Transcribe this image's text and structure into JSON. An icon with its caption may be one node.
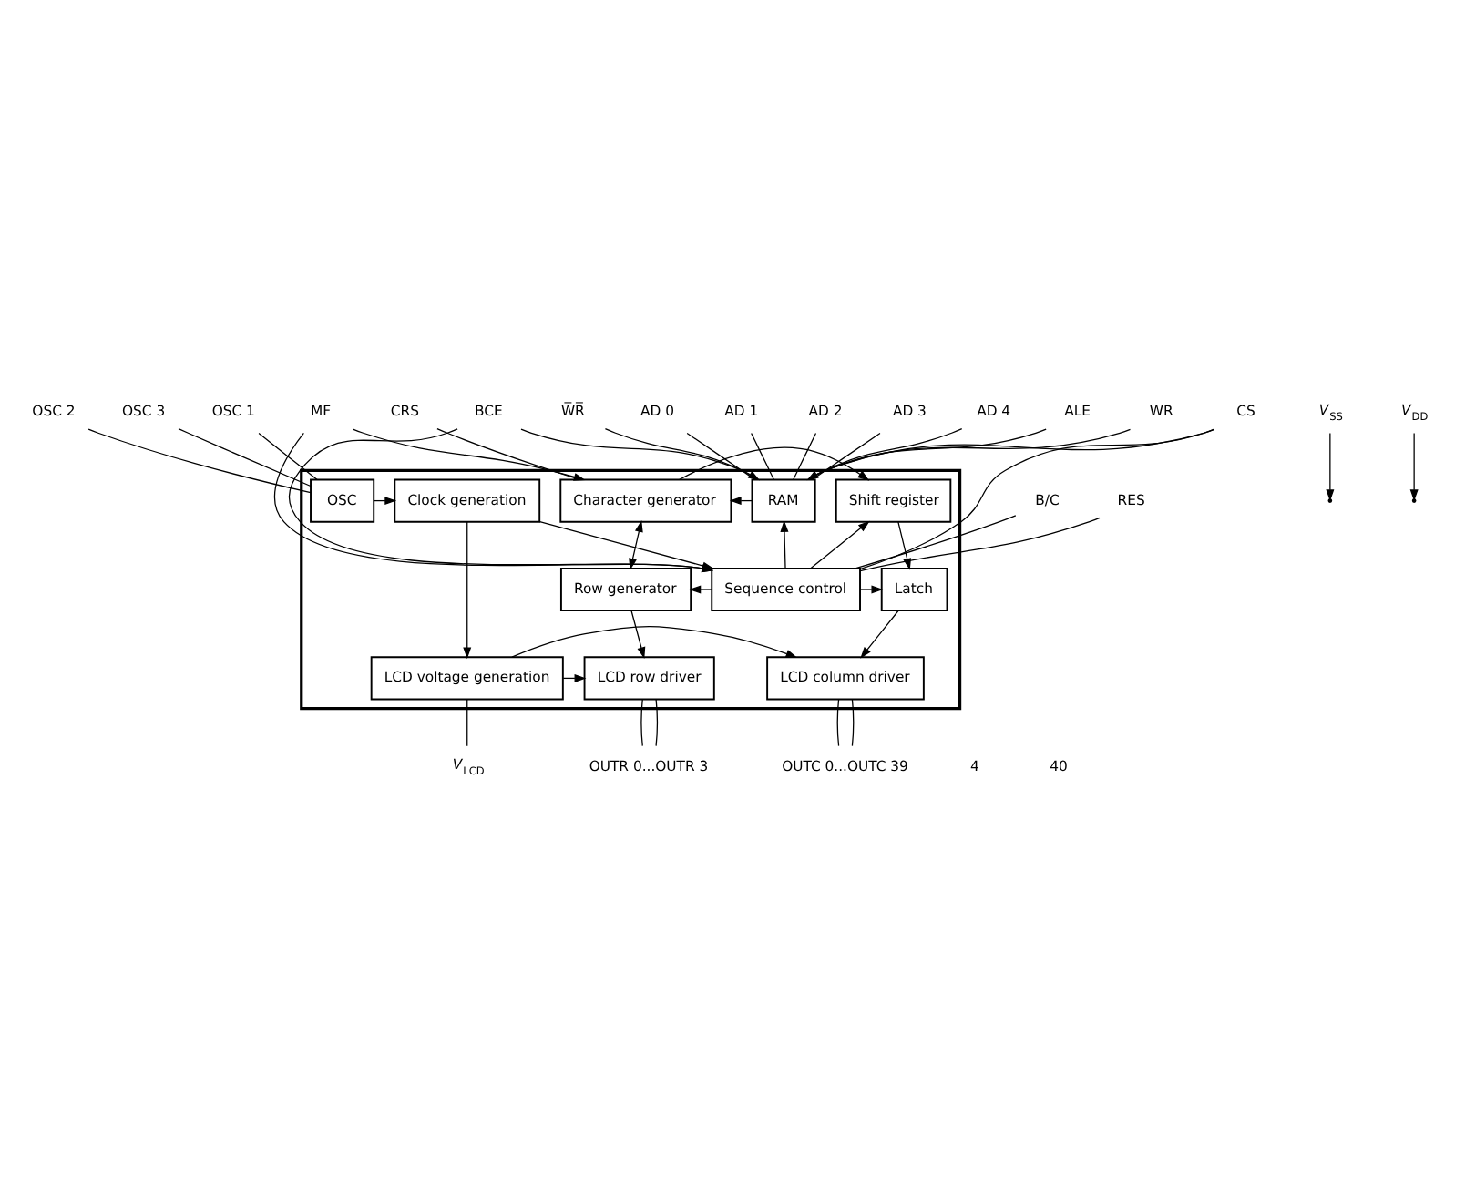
{
  "diagram": {
    "nodes": [
      {
        "text": [],
        "shape": "box"
      },
      {
        "text": [
          "RAM"
        ],
        "in": 0
      },
      {
        "text": [
          "Character generator"
        ],
        "in": 0
      },
      {
        "text": [
          "Shift register"
        ],
        "in": 0
      },
      {
        "text": [
          "Sequence control"
        ],
        "in": 0
      },
      {
        "text": [
          "Row generator"
        ],
        "in": 0
      },
      {
        "text": [
          "Latch"
        ],
        "in": 0
      },
      {
        "text": [
          "OSC"
        ],
        "in": 0
      },
      {
        "text": [
          "Clock generation"
        ],
        "in": 0
      },
      {
        "text": [
          "LCD voltage generation"
        ],
        "in": 0
      },
      {
        "text": [
          "LCD row driver"
        ],
        "in": 0
      },
      {
        "text": [
          "LCD column driver"
        ],
        "in": 0
      },
      {
        "text": [
          "ALE"
        ]
      },
      {
        "text": [
          "WR"
        ]
      },
      {
        "text": [
          "W̅R̅"
        ]
      },
      {
        "text": [
          "MF"
        ]
      },
      {
        "text": [
          "CRS"
        ]
      },
      {
        "text": [
          "AD 0"
        ]
      },
      {
        "text": [
          "AD 1"
        ]
      },
      {
        "text": [
          "AD 2"
        ]
      },
      {
        "text": [
          "AD 3"
        ]
      },
      {
        "text": [
          "AD 4"
        ]
      },
      {
        "text": [
          "BCE"
        ]
      },
      {
        "text": [
          "CS"
        ]
      },
      {
        "text": [
          "B/C"
        ]
      },
      {
        "text": [
          "RES"
        ]
      },
      {
        "text": [
          "OSC 1"
        ]
      },
      {
        "text": [
          "OSC 2"
        ]
      },
      {
        "text": [
          "OSC 3"
        ]
      },
      {
        "text": [
          "*V*$_{SS}$"
        ]
      },
      {
        "text": [
          "*V*$_{DD}$"
        ]
      },
      {
        "text": [
          "*V*$_{LCD}$"
        ]
      },
      {
        "text": [
          "OUTR 0...OUTR 3"
        ]
      },
      {
        "text": [
          "OUTC 0...OUTC 39"
        ]
      }
    ],
    "edges": [
      {
        "from": 12,
        "to": 1,
        "arrow": "none"
      },
      {
        "from": 13,
        "to": 1,
        "arrow": "none"
      },
      {
        "from": 14,
        "to": 1,
        "arrow": "none"
      },
      {
        "from": 15,
        "to": 2,
        "arrow": "to"
      },
      {
        "from": 15,
        "to": 4,
        "arrow": "to"
      },
      {
        "from": 16,
        "to": 2,
        "arrow": "none"
      },
      {
        "from": 17,
        "to": 1,
        "arrow": "none"
      },
      {
        "from": 18,
        "to": 1,
        "arrow": "none"
      },
      {
        "from": 19,
        "to": 1,
        "arrow": "none"
      },
      {
        "from": 20,
        "to": 1,
        "arrow": "none"
      },
      {
        "from": 21,
        "to": 1,
        "arrow": "none"
      },
      {
        "from": 1,
        "to": 2,
        "arrow": "to"
      },
      {
        "from": 2,
        "to": 3,
        "arrow": "to"
      },
      {
        "from": 2,
        "to": 5,
        "arrow": "both"
      },
      {
        "from": 3,
        "to": 6,
        "arrow": "to"
      },
      {
        "from": 22,
        "to": 1,
        "arrow": "to"
      },
      {
        "from": 22,
        "to": 4,
        "arrow": "to"
      },
      {
        "from": 23,
        "to": 1,
        "arrow": "to"
      },
      {
        "from": 23,
        "to": 4,
        "arrow": "none"
      },
      {
        "from": 24,
        "to": 4,
        "arrow": "none"
      },
      {
        "from": 25,
        "to": 4,
        "arrow": "none"
      },
      {
        "from": 4,
        "to": 1,
        "arrow": "to"
      },
      {
        "from": 4,
        "to": 3,
        "arrow": "to"
      },
      {
        "from": 4,
        "to": 6,
        "arrow": "to"
      },
      {
        "from": 4,
        "to": 5,
        "arrow": "to"
      },
      {
        "from": 26,
        "to": 7,
        "arrow": "none"
      },
      {
        "from": 27,
        "to": 7,
        "arrow": "none"
      },
      {
        "from": 28,
        "to": 7,
        "arrow": "none"
      },
      {
        "from": 7,
        "to": 8,
        "arrow": "to"
      },
      {
        "from": 8,
        "to": 4,
        "arrow": "to"
      },
      {
        "from": 8,
        "to": 9,
        "arrow": "to"
      },
      {
        "from": 5,
        "to": 10,
        "arrow": "to"
      },
      {
        "from": 6,
        "to": 11,
        "arrow": "to"
      },
      {
        "from": 9,
        "to": 10,
        "arrow": "to"
      },
      {
        "from": 9,
        "to": 11,
        "arrow": "to"
      },
      {
        "from": 29,
        "to": null,
        "arrow": "to"
      },
      {
        "from": 30,
        "to": null,
        "arrow": "to"
      },
      {
        "from": 9,
        "to": 31,
        "arrow": "none"
      },
      {
        "from": 10,
        "to": 32,
        "arrow": "none"
      },
      {
        "from": 10,
        "to": 32,
        "arrow": "none"
      },
      {
        "from": 11,
        "to": 33,
        "arrow": "none"
      },
      {
        "from": 11,
        "to": 33,
        "arrow": "none"
      }
    ],
    "labels": [
      "4",
      "40"
    ]
  }
}
